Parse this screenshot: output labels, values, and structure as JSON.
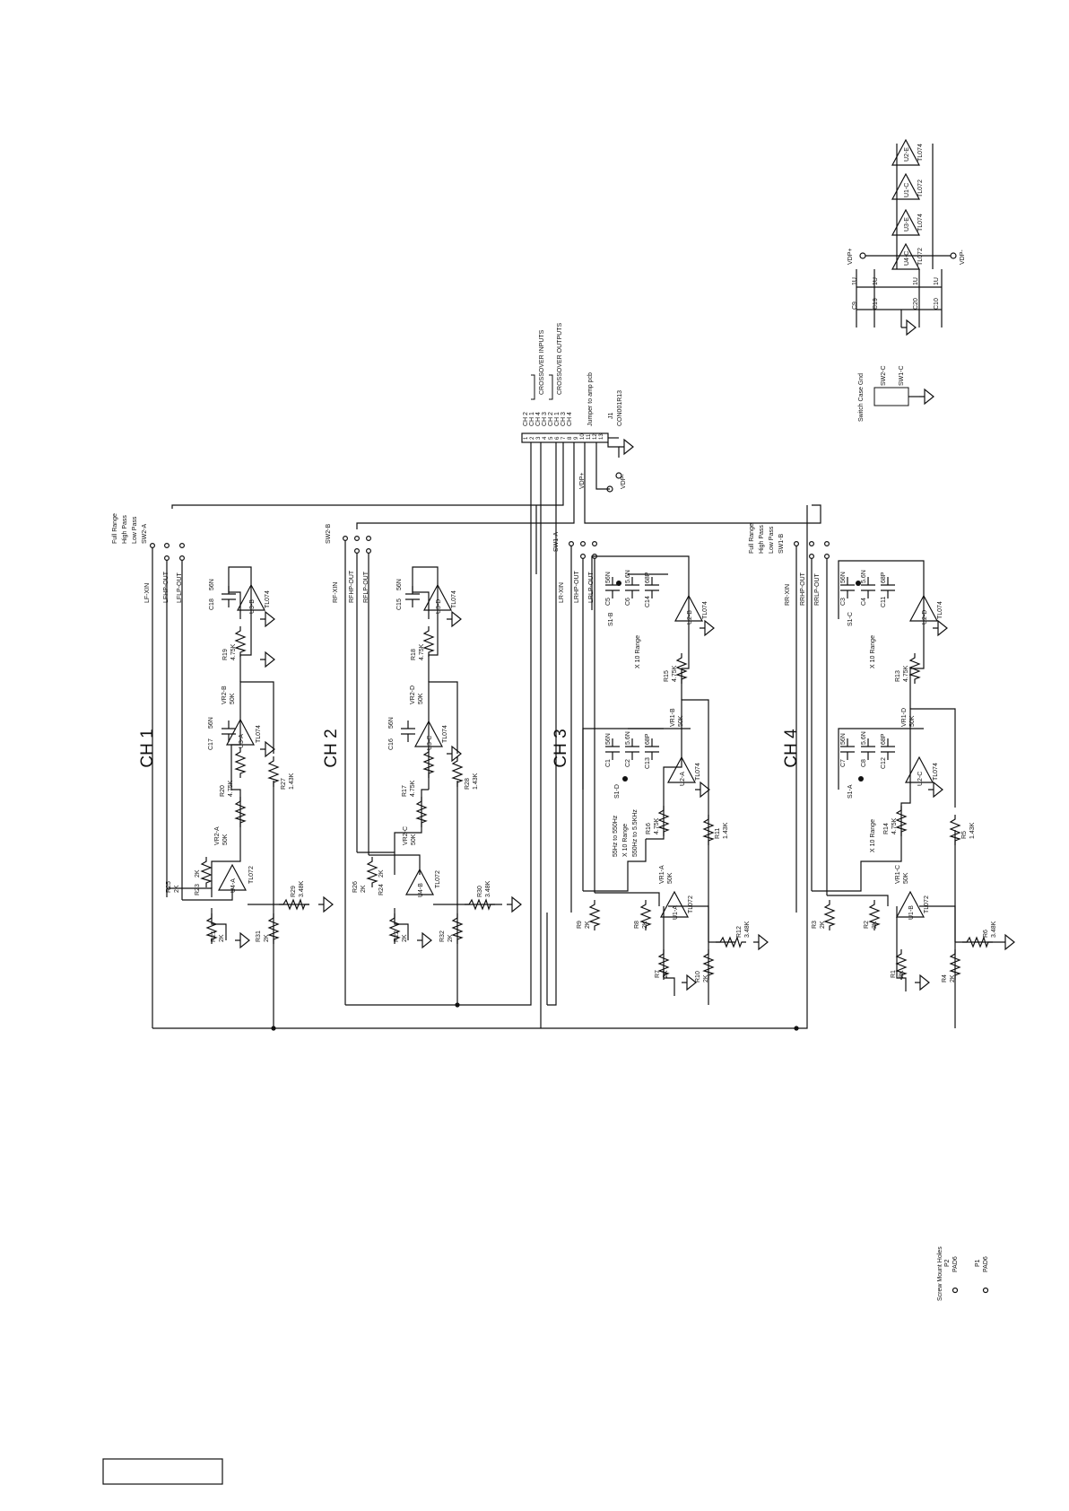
{
  "channels": [
    "CH 1",
    "CH 2",
    "CH 3",
    "CH 4"
  ],
  "connector": {
    "name": "J1",
    "part": "CON001R13",
    "pins": [
      {
        "num": "1",
        "label": "CH 2"
      },
      {
        "num": "2",
        "label": "CH 1"
      },
      {
        "num": "3",
        "label": "CH 4"
      },
      {
        "num": "4",
        "label": "CH 3"
      },
      {
        "num": "5",
        "label": "CH 2"
      },
      {
        "num": "6",
        "label": "CH 1"
      },
      {
        "num": "7",
        "label": "CH 3"
      },
      {
        "num": "8",
        "label": "CH 4"
      },
      {
        "num": "9",
        "label": ""
      },
      {
        "num": "10",
        "label": ""
      },
      {
        "num": "11",
        "label": ""
      },
      {
        "num": "12",
        "label": ""
      },
      {
        "num": "13",
        "label": ""
      }
    ],
    "group_inputs": "CROSSOVER INPUTS",
    "group_outputs": "CROSSOVER OUTPUTS",
    "jumper_note": "Jumper to amp pcb",
    "power_labels": [
      "VDP+",
      "VDP-"
    ]
  },
  "ch1": {
    "switch": "SW2-A",
    "modes": [
      "Full Range",
      "High Pass",
      "Low Pass"
    ],
    "nets": [
      "LF-XIN",
      "LFHP-OUT",
      "LFLP-OUT"
    ],
    "parts": [
      {
        "ref": "U4-A",
        "val": "TL072"
      },
      {
        "ref": "U3-A",
        "val": "TL074"
      },
      {
        "ref": "U3-B",
        "val": "TL074"
      },
      {
        "ref": "R25",
        "val": "2K"
      },
      {
        "ref": "R23",
        "val": "2K"
      },
      {
        "ref": "R21",
        "val": "2K"
      },
      {
        "ref": "R31",
        "val": "2K"
      },
      {
        "ref": "R29",
        "val": "3.48K"
      },
      {
        "ref": "R20",
        "val": "4.75K"
      },
      {
        "ref": "R19",
        "val": "4.75K"
      },
      {
        "ref": "R27",
        "val": "1.43K"
      },
      {
        "ref": "VR2-A",
        "val": "50K"
      },
      {
        "ref": "VR2-B",
        "val": "50K"
      },
      {
        "ref": "C17",
        "val": "56N"
      },
      {
        "ref": "C18",
        "val": "56N"
      }
    ]
  },
  "ch2": {
    "switch": "SW2-B",
    "nets": [
      "RF-XIN",
      "RFHP-OUT",
      "RFLP-OUT"
    ],
    "parts": [
      {
        "ref": "U4-B",
        "val": "TL072"
      },
      {
        "ref": "U3-C",
        "val": "TL074"
      },
      {
        "ref": "U3-D",
        "val": "TL074"
      },
      {
        "ref": "R26",
        "val": "2K"
      },
      {
        "ref": "R24",
        "val": "2K"
      },
      {
        "ref": "R22",
        "val": "2K"
      },
      {
        "ref": "R32",
        "val": "2K"
      },
      {
        "ref": "R30",
        "val": "3.48K"
      },
      {
        "ref": "R17",
        "val": "4.75K"
      },
      {
        "ref": "R18",
        "val": "4.75K"
      },
      {
        "ref": "R28",
        "val": "1.43K"
      },
      {
        "ref": "VR2-C",
        "val": "50K"
      },
      {
        "ref": "VR2-D",
        "val": "50K"
      },
      {
        "ref": "C16",
        "val": "56N"
      },
      {
        "ref": "C15",
        "val": "56N"
      }
    ]
  },
  "ch3": {
    "switch": "SW1-A",
    "nets": [
      "LR-XIN",
      "LRHP-OUT",
      "LRLP-OUT"
    ],
    "range_note": "X 10 Range",
    "freq_notes": [
      "55Hz to 550Hz",
      "X 10 Range",
      "550Hz to 5.5KHz"
    ],
    "parts": [
      {
        "ref": "U1-A",
        "val": "TL072"
      },
      {
        "ref": "U2-A",
        "val": "TL074"
      },
      {
        "ref": "U2-B",
        "val": "TL074"
      },
      {
        "ref": "R9",
        "val": "2K"
      },
      {
        "ref": "R8",
        "val": "2K"
      },
      {
        "ref": "R7",
        "val": "2K"
      },
      {
        "ref": "R10",
        "val": "2K"
      },
      {
        "ref": "R12",
        "val": "3.48K"
      },
      {
        "ref": "R16",
        "val": "4.75K"
      },
      {
        "ref": "R15",
        "val": "4.75K"
      },
      {
        "ref": "R11",
        "val": "1.43K"
      },
      {
        "ref": "VR1-A",
        "val": "50K"
      },
      {
        "ref": "VR1-B",
        "val": "50K"
      },
      {
        "ref": "C1",
        "val": "56N"
      },
      {
        "ref": "C2",
        "val": "5.6N"
      },
      {
        "ref": "C13",
        "val": "68P"
      },
      {
        "ref": "C5",
        "val": "56N"
      },
      {
        "ref": "C6",
        "val": "5.6N"
      },
      {
        "ref": "C14",
        "val": "68P"
      },
      {
        "ref": "S1-B",
        "val": ""
      },
      {
        "ref": "S1-D",
        "val": ""
      }
    ]
  },
  "ch4": {
    "switch": "SW1-B",
    "modes": [
      "Full Range",
      "High Pass",
      "Low Pass"
    ],
    "nets": [
      "RR-XIN",
      "RRHP-OUT",
      "RRLP-OUT"
    ],
    "range_note": "X 10 Range",
    "parts": [
      {
        "ref": "U1-B",
        "val": "TL072"
      },
      {
        "ref": "U2-C",
        "val": "TL074"
      },
      {
        "ref": "U2-D",
        "val": "TL074"
      },
      {
        "ref": "R3",
        "val": "2K"
      },
      {
        "ref": "R2",
        "val": "2K"
      },
      {
        "ref": "R1",
        "val": "2K"
      },
      {
        "ref": "R4",
        "val": "2K"
      },
      {
        "ref": "R6",
        "val": "3.48K"
      },
      {
        "ref": "R14",
        "val": "4.75K"
      },
      {
        "ref": "R13",
        "val": "4.75K"
      },
      {
        "ref": "R5",
        "val": "1.43K"
      },
      {
        "ref": "VR1-C",
        "val": "50K"
      },
      {
        "ref": "VR1-D",
        "val": "50K"
      },
      {
        "ref": "C7",
        "val": "56N"
      },
      {
        "ref": "C8",
        "val": "5.6N"
      },
      {
        "ref": "C12",
        "val": "68P"
      },
      {
        "ref": "C3",
        "val": "56N"
      },
      {
        "ref": "C4",
        "val": "5.6N"
      },
      {
        "ref": "C11",
        "val": "68P"
      },
      {
        "ref": "S1-A",
        "val": ""
      },
      {
        "ref": "S1-C",
        "val": ""
      }
    ]
  },
  "power": {
    "rails": [
      "VDP+",
      "VDP-"
    ],
    "opamps": [
      {
        "ref": "U2-E",
        "val": "TL074"
      },
      {
        "ref": "U1-C",
        "val": "TL072"
      },
      {
        "ref": "U3-E",
        "val": "TL074"
      },
      {
        "ref": "U4-C",
        "val": "TL072"
      }
    ],
    "caps": [
      {
        "ref": "C9",
        "val": "1U"
      },
      {
        "ref": "C19",
        "val": "1U"
      },
      {
        "ref": "C20",
        "val": "1U"
      },
      {
        "ref": "C10",
        "val": "1U"
      }
    ]
  },
  "switch_case": {
    "label": "Switch Case Gnd",
    "switches": [
      "SW2-C",
      "SW1-C"
    ]
  },
  "mount": {
    "label": "Screw Mount Holes",
    "pads": [
      {
        "ref": "P2",
        "pad": "PAD6"
      },
      {
        "ref": "P1",
        "pad": "PAD6"
      }
    ]
  },
  "title_box": ""
}
